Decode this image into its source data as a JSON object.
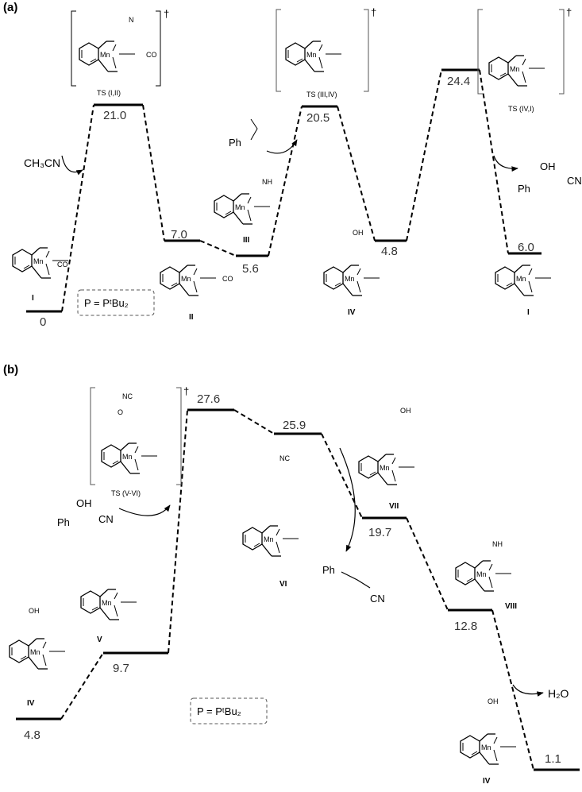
{
  "panels": [
    {
      "label": "(a)",
      "phosphine_note": "P = PᵗBu₂",
      "levels": [
        {
          "value": "0",
          "species": "I"
        },
        {
          "value": "21.0",
          "species": "TS (I,II)"
        },
        {
          "value": "7.0",
          "species": "II"
        },
        {
          "value": "5.6",
          "species": "III"
        },
        {
          "value": "20.5",
          "species": "TS (III,IV)"
        },
        {
          "value": "4.8",
          "species": "IV"
        },
        {
          "value": "24.4",
          "species": "TS (IV,I)"
        },
        {
          "value": "6.0",
          "species": "I"
        }
      ],
      "reagents": {
        "in_1": "CH₃CN",
        "in_2": "Ph",
        "out_1": "Ph",
        "out_1_oh": "OH",
        "out_1_cn": "CN"
      },
      "dagger": "†"
    },
    {
      "label": "(b)",
      "phosphine_note": "P = PᵗBu₂",
      "levels": [
        {
          "value": "4.8",
          "species": "IV"
        },
        {
          "value": "9.7",
          "species": "V"
        },
        {
          "value": "27.6",
          "species": "TS (V-VI)"
        },
        {
          "value": "25.9",
          "species": "VI"
        },
        {
          "value": "19.7",
          "species": "VII"
        },
        {
          "value": "12.8",
          "species": "VIII"
        },
        {
          "value": "1.1",
          "species": "IV"
        }
      ],
      "reagents": {
        "in_1": "Ph",
        "in_1_oh": "OH",
        "in_1_cn": "CN",
        "out_1": "Ph",
        "out_1_cn": "CN",
        "out_2": "H₂O"
      },
      "dagger": "†"
    }
  ],
  "atom_labels": {
    "mn": "Mn",
    "n": "N",
    "p": "P",
    "co": "CO",
    "oh": "OH",
    "nh": "NH",
    "h": "H",
    "ph": "Ph",
    "o": "O",
    "cn": "NC"
  }
}
